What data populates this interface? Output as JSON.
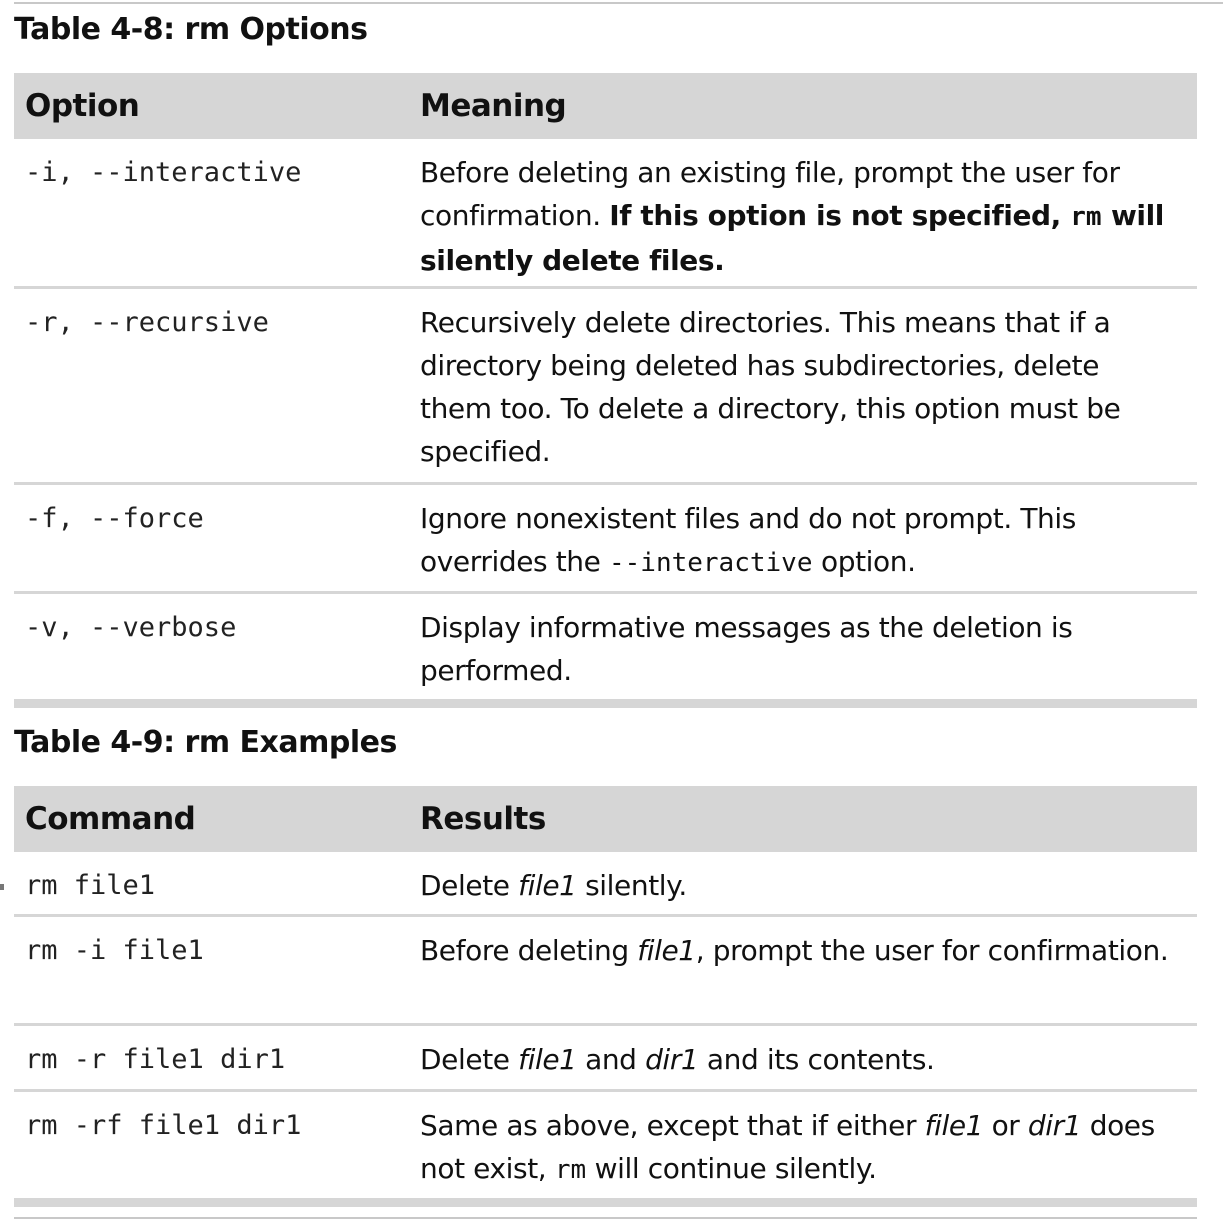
{
  "options_table": {
    "title": "Table 4-8: rm Options",
    "headers": {
      "option": "Option",
      "meaning": "Meaning"
    },
    "rows": [
      {
        "option": "-i, --interactive",
        "meaning": {
          "t1": "Before deleting an existing file, prompt the user for confirmation. ",
          "b1": "If this option is not specified, ",
          "code1": "rm",
          "b2": " will silently delete files."
        }
      },
      {
        "option": "-r, --recursive",
        "meaning": "Recursively delete directories. This means that if a directory being deleted has subdirectories, delete them too. To delete a directory, this option must be specified."
      },
      {
        "option": "-f, --force",
        "meaning": {
          "t1": "Ignore nonexistent files and do not prompt. This overrides the ",
          "code1": "--interactive",
          "t2": " option."
        }
      },
      {
        "option": "-v, --verbose",
        "meaning": "Display informative messages as the deletion is performed."
      }
    ]
  },
  "examples_table": {
    "title": "Table 4-9: rm Examples",
    "headers": {
      "command": "Command",
      "results": "Results"
    },
    "rows": [
      {
        "command": "rm file1",
        "result": {
          "t1": "Delete ",
          "i1": "file1",
          "t2": " silently."
        }
      },
      {
        "command": "rm -i file1",
        "result": {
          "t1": "Before deleting ",
          "i1": "file1",
          "t2": ", prompt the user for confirmation."
        }
      },
      {
        "command": "rm -r file1 dir1",
        "result": {
          "t1": "Delete ",
          "i1": "file1",
          "t2": " and ",
          "i2": "dir1",
          "t3": " and its contents."
        }
      },
      {
        "command": "rm -rf file1 dir1",
        "result": {
          "t1": "Same as above, except that if either ",
          "i1": "file1",
          "t2": " or ",
          "i2": "dir1",
          "t3": " does not exist, ",
          "code1": "rm",
          "t4": " will continue silently."
        }
      }
    ]
  }
}
